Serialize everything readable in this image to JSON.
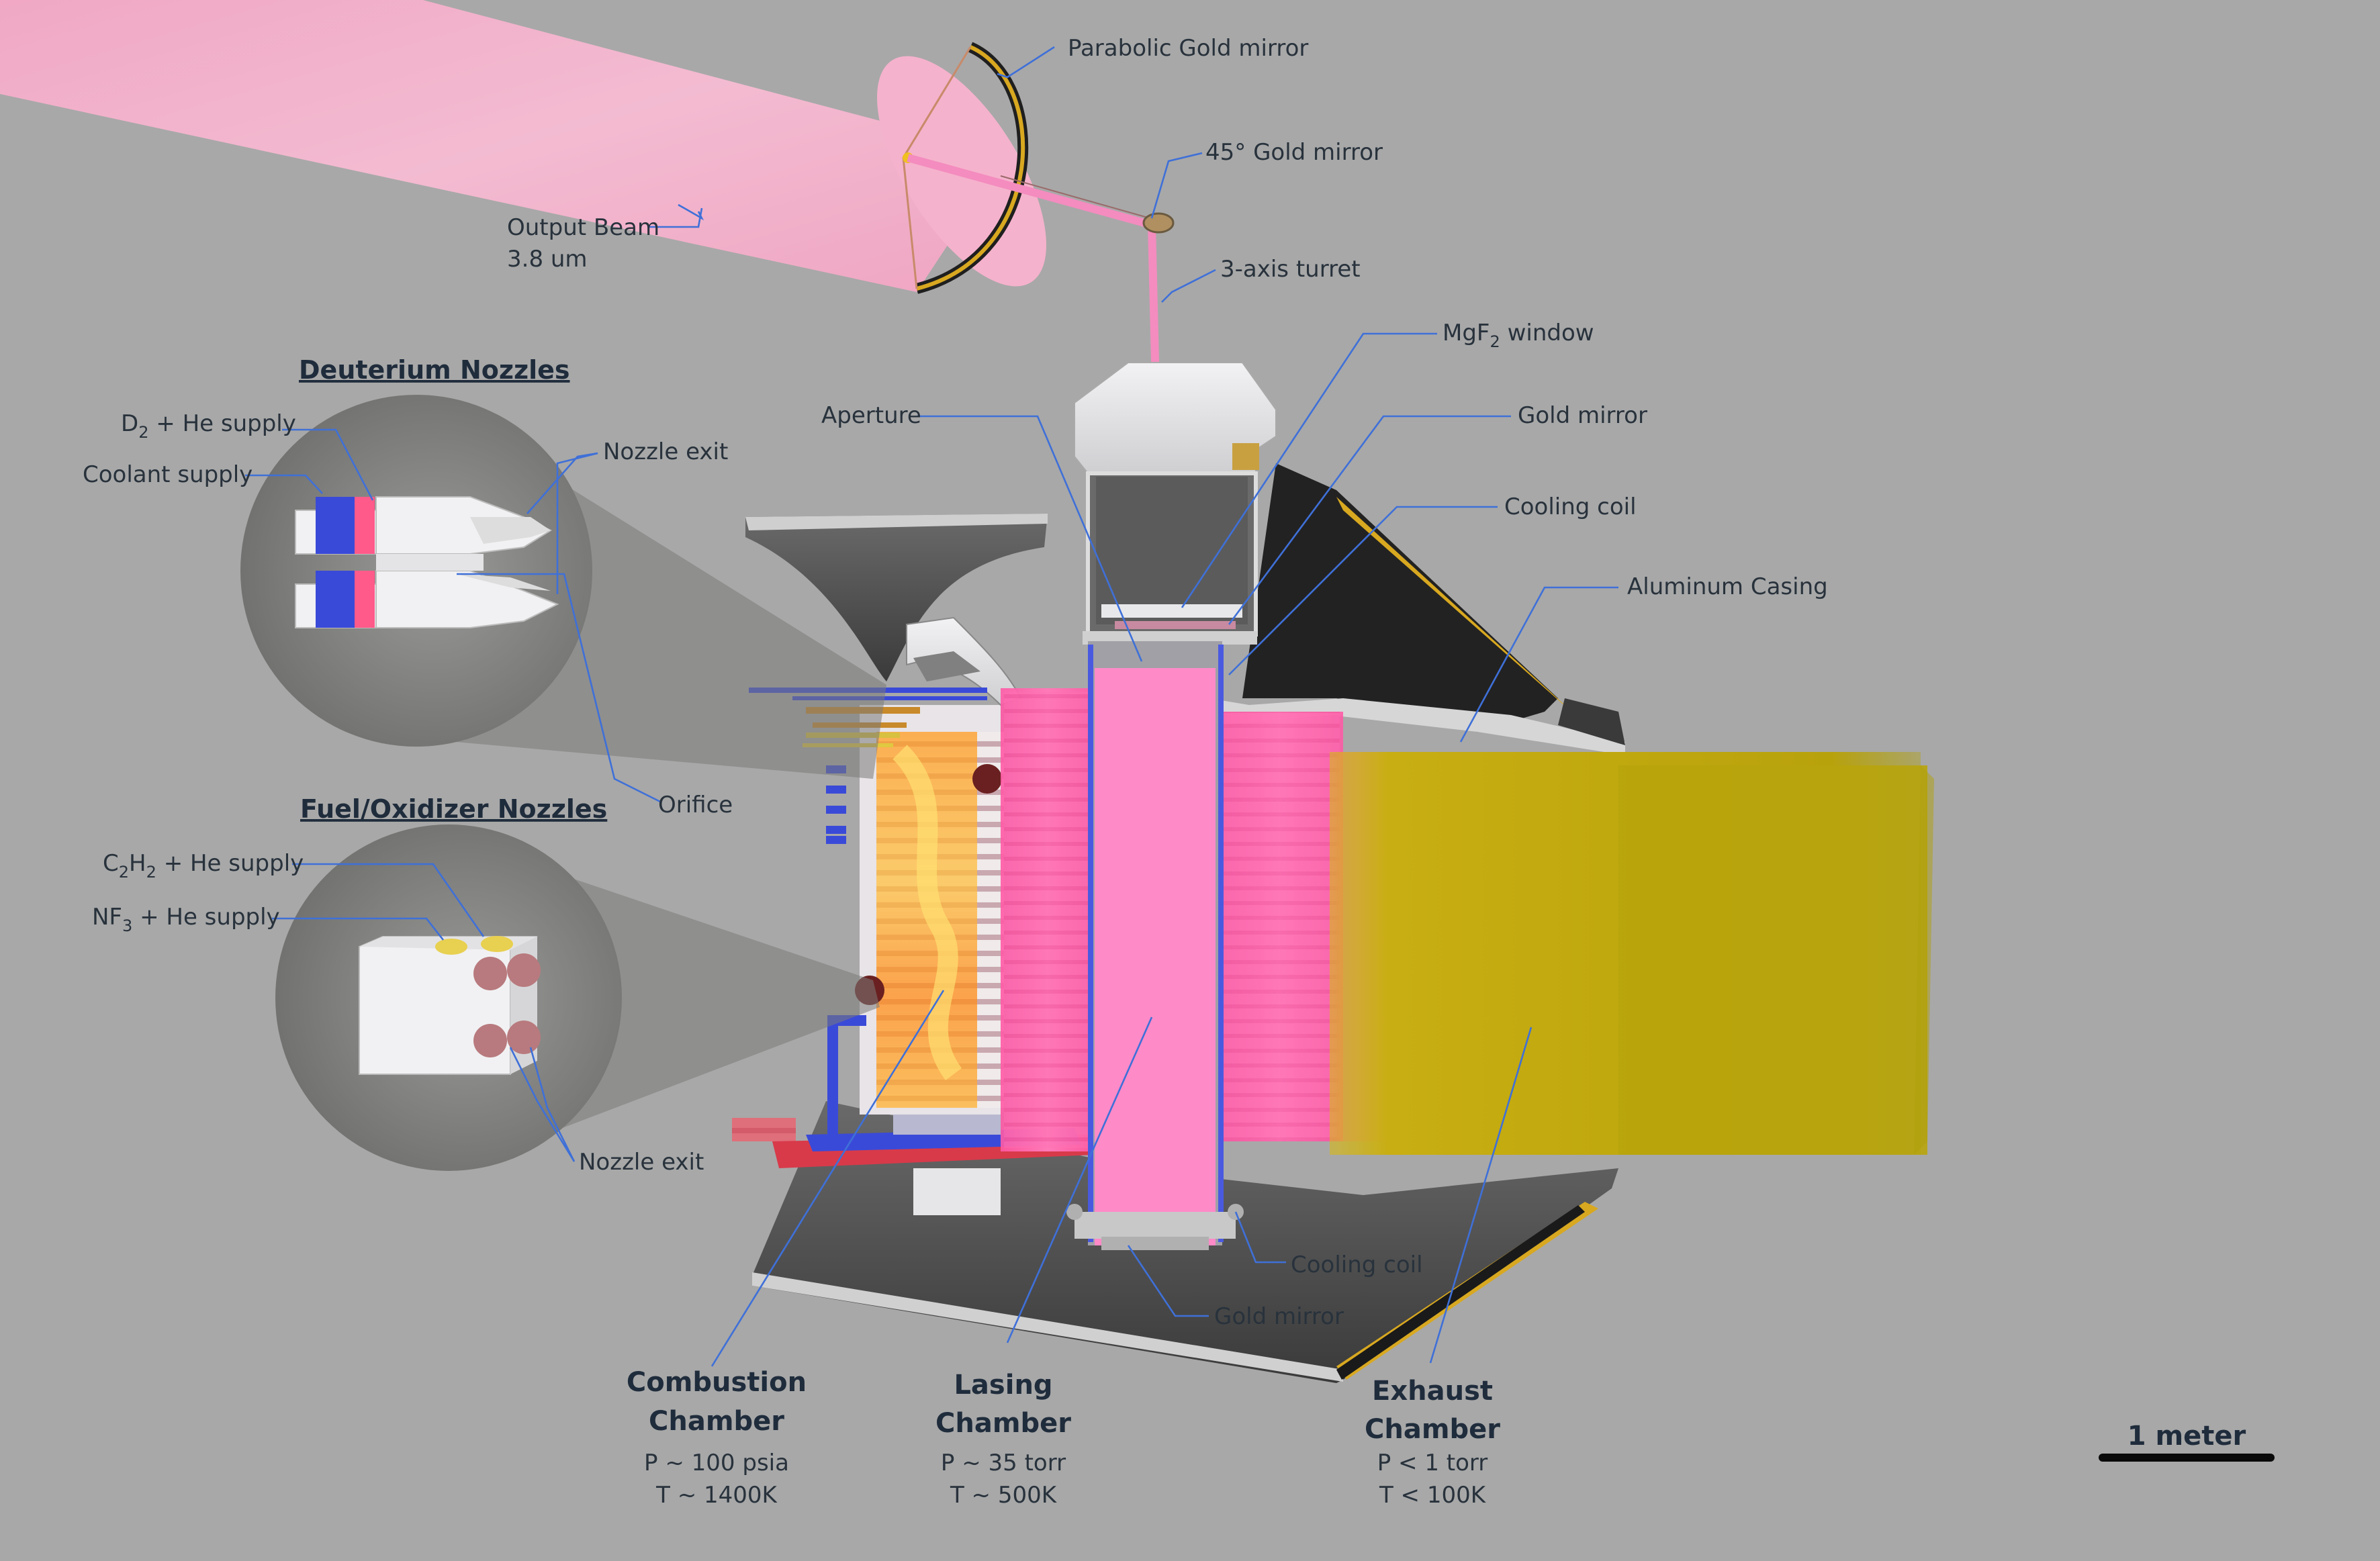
{
  "labels": {
    "parabolic_mirror": "Parabolic Gold mirror",
    "gold_mirror_45": "45° Gold mirror",
    "output_beam_line1": "Output Beam",
    "output_beam_line2": "3.8 um",
    "turret": "3-axis turret",
    "mgf2_base": "MgF",
    "mgf2_sub": "2",
    "mgf2_rest": " window",
    "aperture": "Aperture",
    "gold_mirror_top": "Gold mirror",
    "cooling_coil_top": "Cooling coil",
    "aluminum_casing": "Aluminum Casing",
    "cooling_coil_bottom": "Cooling coil",
    "gold_mirror_bottom": "Gold mirror"
  },
  "deuterium": {
    "title": "Deuterium Nozzles",
    "d2_base": "D",
    "d2_sub": "2",
    "d2_rest": " + He supply",
    "coolant": "Coolant supply",
    "nozzle_exit": "Nozzle exit",
    "orifice": "Orifice"
  },
  "fuel": {
    "title": "Fuel/Oxidizer Nozzles",
    "c2h2_c": "C",
    "c2h2_s1": "2",
    "c2h2_h": "H",
    "c2h2_s2": "2",
    "c2h2_rest": " + He supply",
    "nf3_base": "NF",
    "nf3_sub": "3",
    "nf3_rest": " + He supply",
    "nozzle_exit": "Nozzle exit"
  },
  "chambers": [
    {
      "name_line1": "Combustion",
      "name_line2": "Chamber",
      "p": "P ~ 100 psia",
      "t": "T ~ 1400K"
    },
    {
      "name_line1": "Lasing",
      "name_line2": "Chamber",
      "p": "P ~ 35 torr",
      "t": "T ~ 500K"
    },
    {
      "name_line1": "Exhaust",
      "name_line2": "Chamber",
      "p": "P < 1 torr",
      "t": "T < 100K"
    }
  ],
  "scale_bar": {
    "label": "1 meter"
  },
  "colors": {
    "background": "#a8a8a8",
    "beam": "#f6b0cc",
    "lasing": "#ff88c4",
    "exhaust": "#c4b010",
    "leader": "#3f70d8",
    "gold": "#d8a820"
  }
}
